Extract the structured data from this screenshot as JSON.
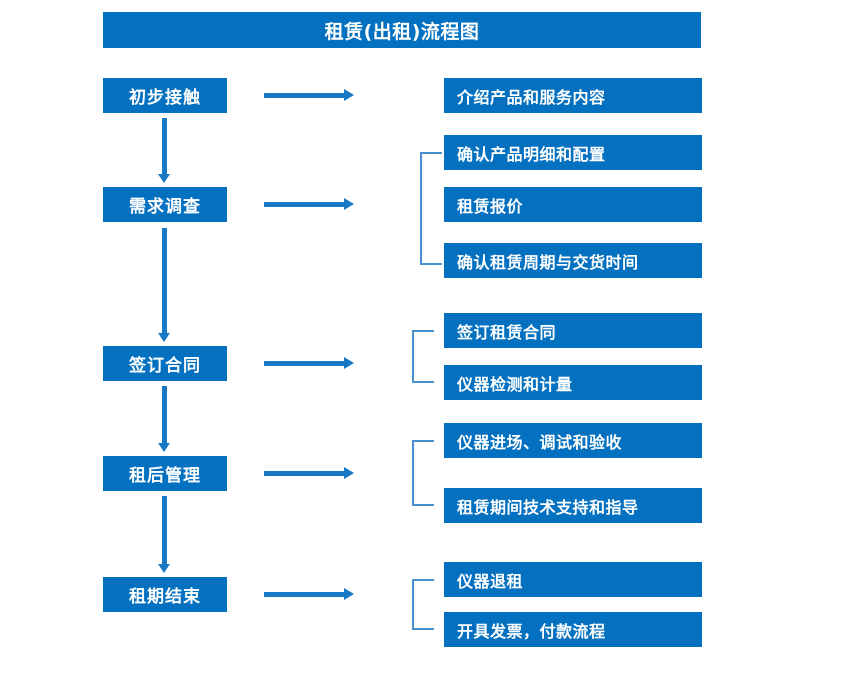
{
  "title": "租赁(出租)流程图",
  "colors": {
    "box_fill": "#0470c0",
    "box_text": "#ffffff",
    "arrow": "#1878c4",
    "bracket": "#4a8fd0",
    "background": "#ffffff"
  },
  "stages": [
    {
      "label": "初步接触"
    },
    {
      "label": "需求调查"
    },
    {
      "label": "签订合同"
    },
    {
      "label": "租后管理"
    },
    {
      "label": "租期结束"
    }
  ],
  "details": [
    {
      "label": "介绍产品和服务内容"
    },
    {
      "label": "确认产品明细和配置"
    },
    {
      "label": "租赁报价"
    },
    {
      "label": "确认租赁周期与交货时间"
    },
    {
      "label": "签订租赁合同"
    },
    {
      "label": "仪器检测和计量"
    },
    {
      "label": "仪器进场、调试和验收"
    },
    {
      "label": "租赁期间技术支持和指导"
    },
    {
      "label": "仪器退租"
    },
    {
      "label": "开具发票，付款流程"
    }
  ],
  "connectors": {
    "down_arrow_count": 4,
    "right_arrow_count": 5,
    "bracket_count": 4
  }
}
